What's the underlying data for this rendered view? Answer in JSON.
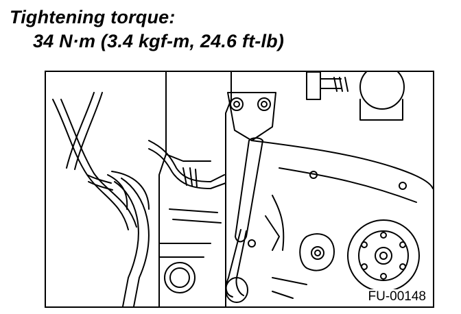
{
  "spec": {
    "heading": "Tightening torque:",
    "value": "34 N·m (3.4 kgf-m, 24.6 ft-lb)"
  },
  "figure": {
    "code": "FU-00148",
    "icon": "engine-line-drawing-with-torque-wrench"
  }
}
